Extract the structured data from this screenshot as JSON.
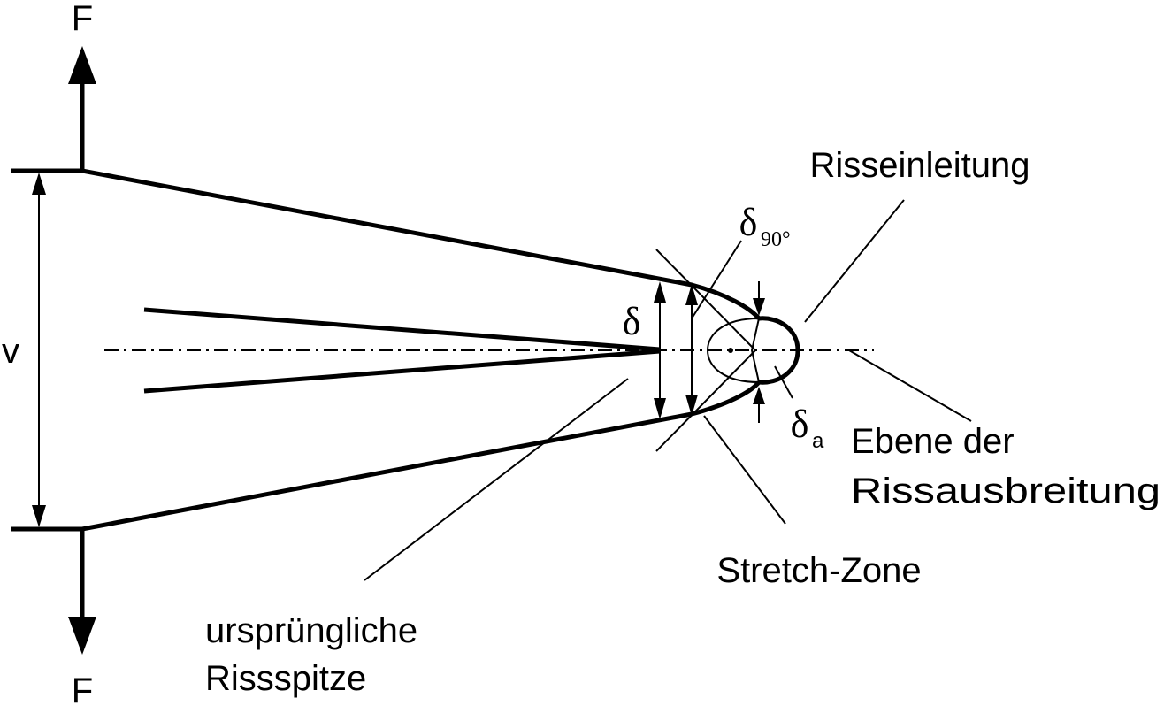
{
  "labels": {
    "force_top": "F",
    "force_bottom": "F",
    "opening_displacement": "v",
    "delta": "δ",
    "delta_90_symbol": "δ",
    "delta_90_subscript": "90°",
    "delta_a_symbol": "δ",
    "delta_a_subscript": "a",
    "crack_initiation": "Risseinleitung",
    "propagation_plane_line1": "Ebene der",
    "propagation_plane_line2": "Rissausbreitung",
    "stretch_zone": "Stretch-Zone",
    "original_tip_line1": "ursprüngliche",
    "original_tip_line2": "Rissspitze"
  },
  "colors": {
    "stroke": "#000000",
    "background": "#ffffff"
  }
}
